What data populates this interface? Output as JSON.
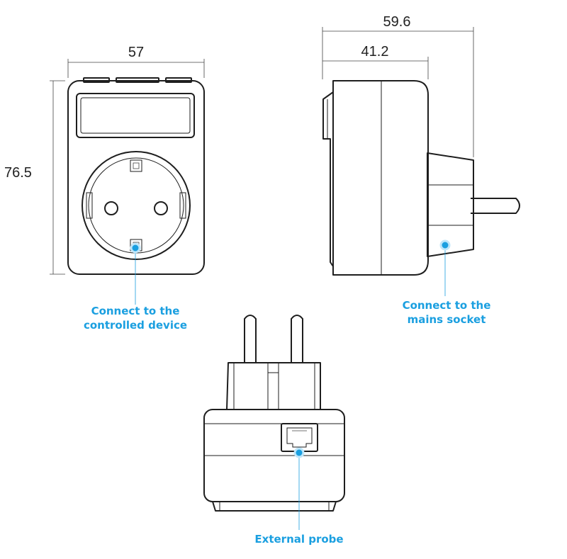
{
  "dimensions": {
    "front_width": "57",
    "front_height": "76.5",
    "side_total_depth": "59.6",
    "side_body_depth": "41.2"
  },
  "callouts": {
    "controlled_device": [
      "Connect to the",
      "controlled device"
    ],
    "mains_socket": [
      "Connect to the",
      "mains socket"
    ],
    "external_probe": "External probe"
  },
  "colors": {
    "accent": "#1a9fe0",
    "line": "#1e1e1e",
    "background": "#ffffff"
  }
}
